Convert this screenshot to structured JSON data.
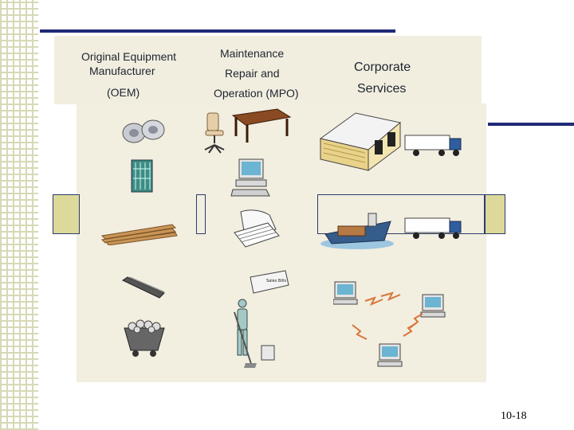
{
  "columns": {
    "oem": {
      "line1": "Original Equipment",
      "line2": "Manufacturer",
      "line3": "(OEM)"
    },
    "mro": {
      "line1": "Maintenance",
      "line2": "Repair and",
      "line3": "Operation (MPO)"
    },
    "corporate": {
      "line1": "Corporate",
      "line2": "Services"
    }
  },
  "icons": {
    "oem": [
      "metal-coils-icon",
      "circuit-board-icon",
      "lumber-planks-icon",
      "steel-beam-icon",
      "ore-cart-icon"
    ],
    "mro": [
      "office-chair-icon",
      "desk-icon",
      "computer-icon",
      "paper-stack-icon",
      "forms-icon",
      "janitor-icon"
    ],
    "corporate": [
      "warehouse-icon",
      "truck-icon",
      "cargo-ship-icon",
      "computer-network-icon"
    ]
  },
  "form_text": "Sales Bills",
  "page_number": "10-18",
  "colors": {
    "accent": "#1f2a78",
    "panel": "#f2eee0",
    "bar": "#dcd99a"
  }
}
